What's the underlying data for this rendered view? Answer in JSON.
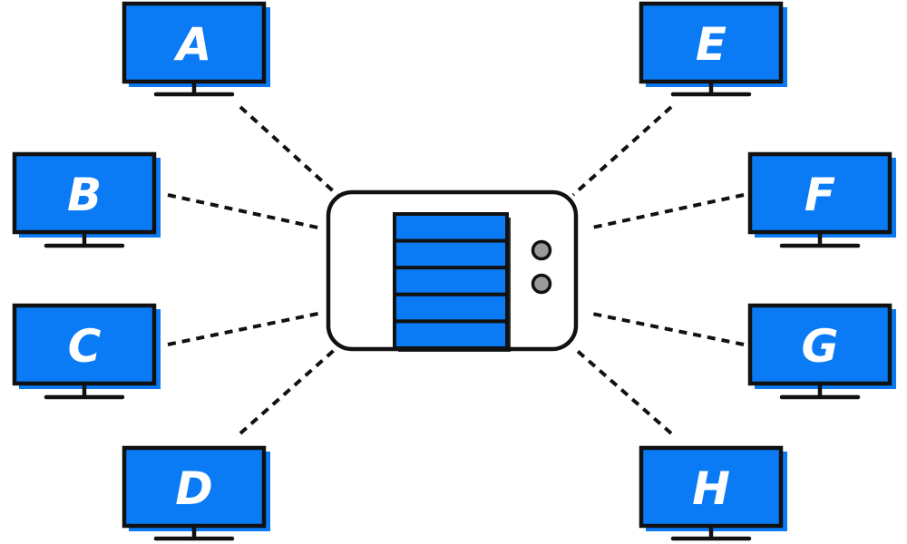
{
  "colors": {
    "screen_fill": "#0a7bf5",
    "outline": "#111111",
    "background": "#ffffff",
    "indicator": "#9a9a9a"
  },
  "server": {
    "icon": "server-icon",
    "drive_bays": 5,
    "indicator_lights": 2
  },
  "clients": [
    {
      "id": "client-a",
      "label": "A",
      "icon": "monitor-icon"
    },
    {
      "id": "client-b",
      "label": "B",
      "icon": "monitor-icon"
    },
    {
      "id": "client-c",
      "label": "C",
      "icon": "monitor-icon"
    },
    {
      "id": "client-d",
      "label": "D",
      "icon": "monitor-icon"
    },
    {
      "id": "client-e",
      "label": "E",
      "icon": "monitor-icon"
    },
    {
      "id": "client-f",
      "label": "F",
      "icon": "monitor-icon"
    },
    {
      "id": "client-g",
      "label": "G",
      "icon": "monitor-icon"
    },
    {
      "id": "client-h",
      "label": "H",
      "icon": "monitor-icon"
    }
  ],
  "connections": [
    {
      "from": "client-a",
      "to": "server"
    },
    {
      "from": "client-b",
      "to": "server"
    },
    {
      "from": "client-c",
      "to": "server"
    },
    {
      "from": "client-d",
      "to": "server"
    },
    {
      "from": "client-e",
      "to": "server"
    },
    {
      "from": "client-f",
      "to": "server"
    },
    {
      "from": "client-g",
      "to": "server"
    },
    {
      "from": "client-h",
      "to": "server"
    }
  ]
}
